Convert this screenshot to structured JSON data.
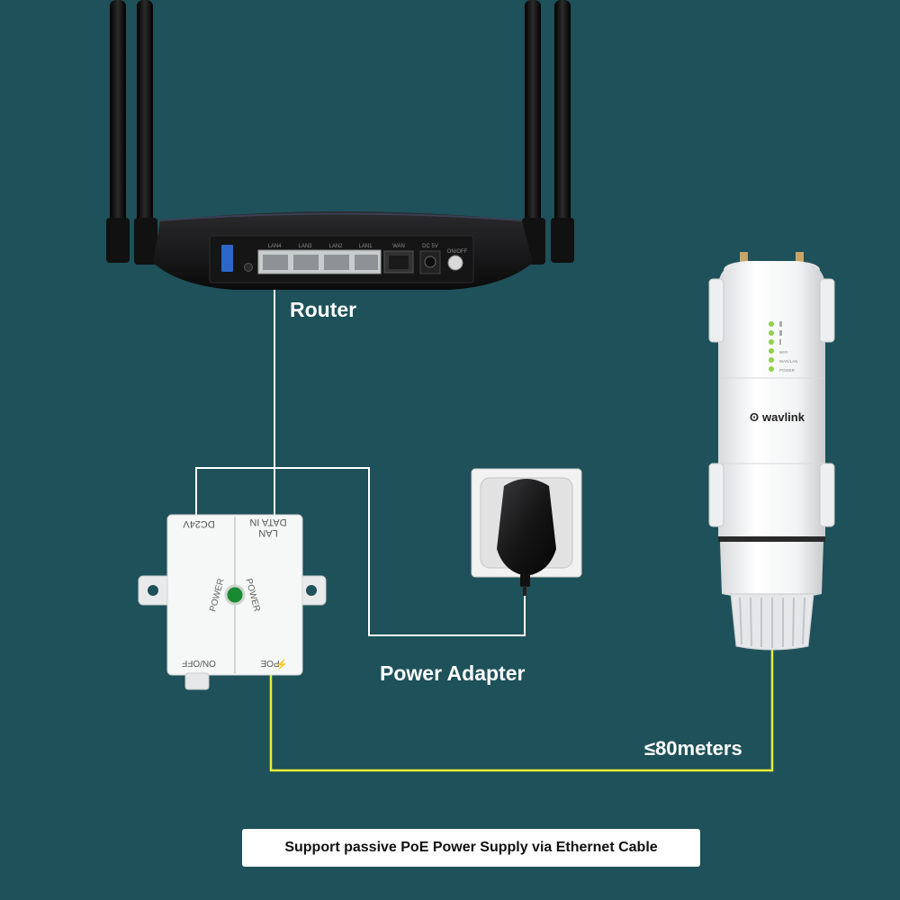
{
  "labels": {
    "router": "Router",
    "power_adapter": "Power Adapter",
    "distance": "≤80meters"
  },
  "caption": "Support passive PoE Power Supply via Ethernet Cable",
  "router_ports": {
    "lan4": "LAN4",
    "lan3": "LAN3",
    "lan2": "LAN2",
    "lan1": "LAN1",
    "wan": "WAN",
    "dc": "DC 5V",
    "onoff": "ON/OFF"
  },
  "poe_injector": {
    "dc_in": "DC24V",
    "lan_line1": "LAN",
    "lan_line2": "DATA IN",
    "power_left": "POWER",
    "power_right": "POWER",
    "onoff": "ON/OFF",
    "poe": "POE"
  },
  "access_point": {
    "brand": "wavlink",
    "led_labels": [
      "WIFI",
      "WAN/LAN",
      "POWER"
    ]
  },
  "colors": {
    "background": "#1e5159",
    "poe_cable": "#e8ef3a",
    "lan_cable": "#ffffff",
    "power_led": "#1fa83a"
  }
}
